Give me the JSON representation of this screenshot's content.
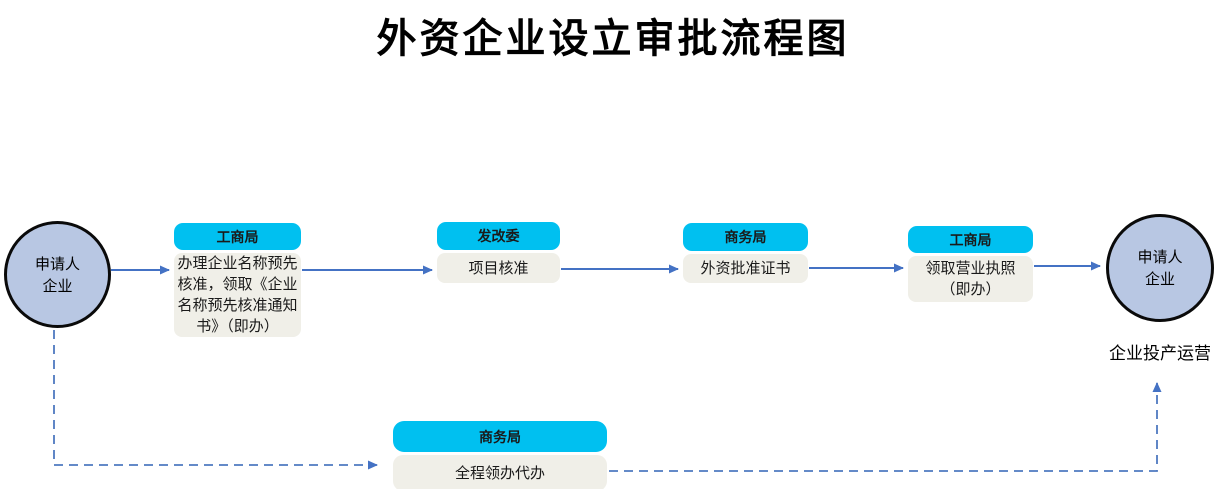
{
  "title": "外资企业设立审批流程图",
  "colors": {
    "header_bg": "#00c0f0",
    "body_bg": "#f0efe8",
    "circle_bg": "#b8c7e3",
    "arrow": "#4472c4"
  },
  "start_circle": {
    "label": "申请人\n企业"
  },
  "end_circle": {
    "label": "申请人\n企业",
    "caption": "企业投产运营"
  },
  "steps": [
    {
      "header": "工商局",
      "body": "办理企业名称预先核准，领取《企业名称预先核准通知书》（即办）"
    },
    {
      "header": "发改委",
      "body": "项目核准"
    },
    {
      "header": "商务局",
      "body": "外资批准证书"
    },
    {
      "header": "工商局",
      "body": "领取营业执照（即办）"
    },
    {
      "header": "商务局",
      "body": "全程领办代办"
    }
  ]
}
